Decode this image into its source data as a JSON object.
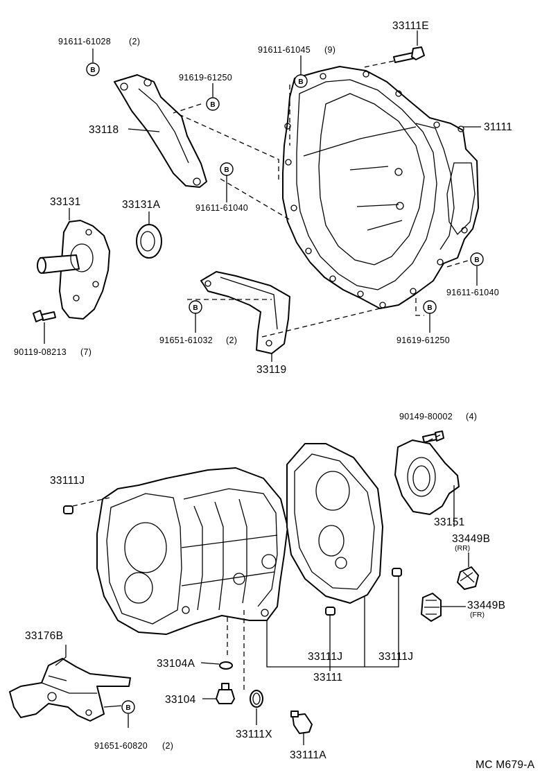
{
  "diagram": {
    "parts": {
      "p33111E": "33111E",
      "p91611_61028": "91611-61028",
      "p91611_61028_qty": "(2)",
      "p91611_61045": "91611-61045",
      "p91611_61045_qty": "(9)",
      "p91619_61250_top": "91619-61250",
      "p31111": "31111",
      "p33118": "33118",
      "p91611_61040_a": "91611-61040",
      "p33131": "33131",
      "p33131A": "33131A",
      "p91611_61040_b": "91611-61040",
      "p90119_08213": "90119-08213",
      "p90119_08213_qty": "(7)",
      "p91651_61032": "91651-61032",
      "p91651_61032_qty": "(2)",
      "p91619_61250_bot": "91619-61250",
      "p33119": "33119",
      "p90149_80002": "90149-80002",
      "p90149_80002_qty": "(4)",
      "p33111J_a": "33111J",
      "p33151": "33151",
      "p33449B_rr": "33449B",
      "rr": "(RR)",
      "p33449B_fr": "33449B",
      "fr": "(FR)",
      "p33176B": "33176B",
      "p33104A": "33104A",
      "p33111J_b": "33111J",
      "p33111J_c": "33111J",
      "p33111": "33111",
      "p33104": "33104",
      "p33111X": "33111X",
      "p91651_60820": "91651-60820",
      "p91651_60820_qty": "(2)",
      "p33111A": "33111A"
    },
    "marker_letter": "B",
    "code": "MC M679-A"
  }
}
